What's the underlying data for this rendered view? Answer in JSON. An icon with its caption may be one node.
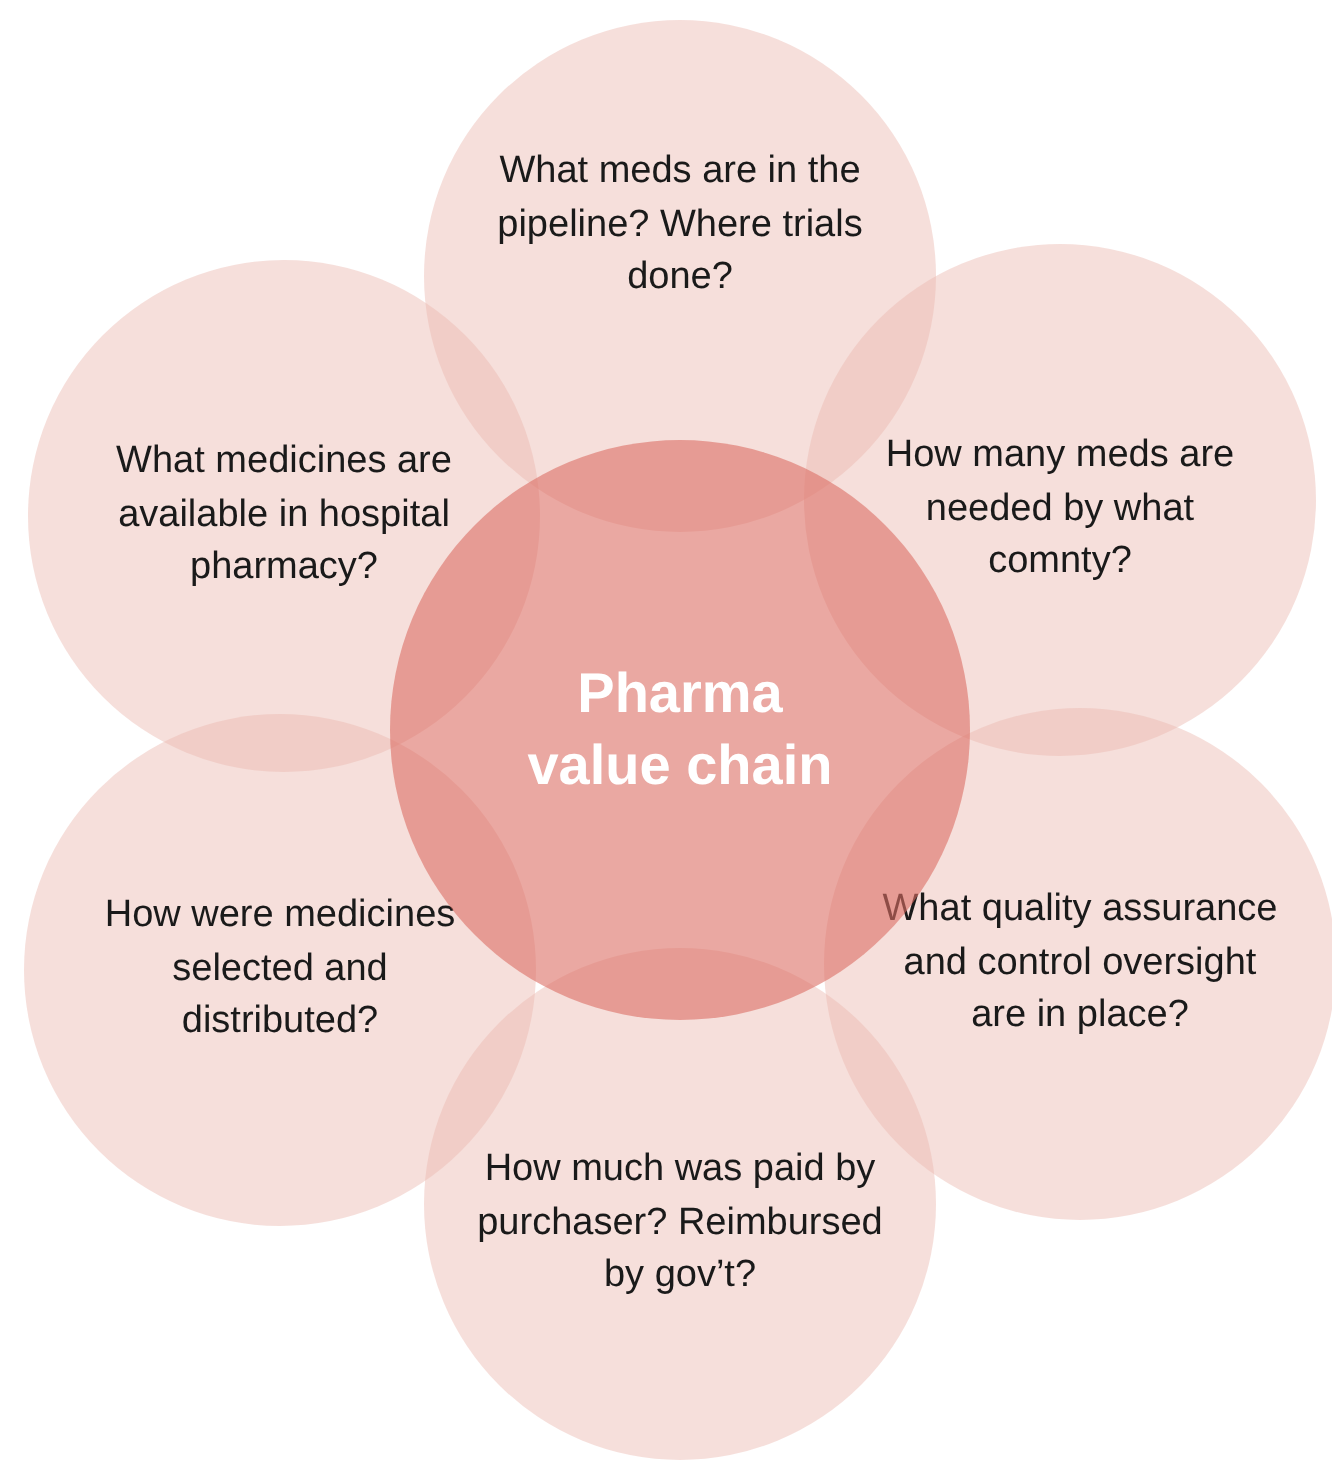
{
  "diagram": {
    "nodes": [
      {
        "text": [
          "Pharma value chain"
        ]
      },
      {
        "text": [
          "What meds are in the pipeline? Where trials done?"
        ]
      },
      {
        "text": [
          "How many meds are needed by what comnty?"
        ]
      },
      {
        "text": [
          "What quality assurance and control oversight are in place?"
        ]
      },
      {
        "text": [
          "How much was paid by purchaser? Reimbursed by gov’t?"
        ]
      },
      {
        "text": [
          "How were medicines selected and distributed?"
        ]
      },
      {
        "text": [
          "What medicines are available in hospital pharmacy?"
        ]
      }
    ]
  }
}
